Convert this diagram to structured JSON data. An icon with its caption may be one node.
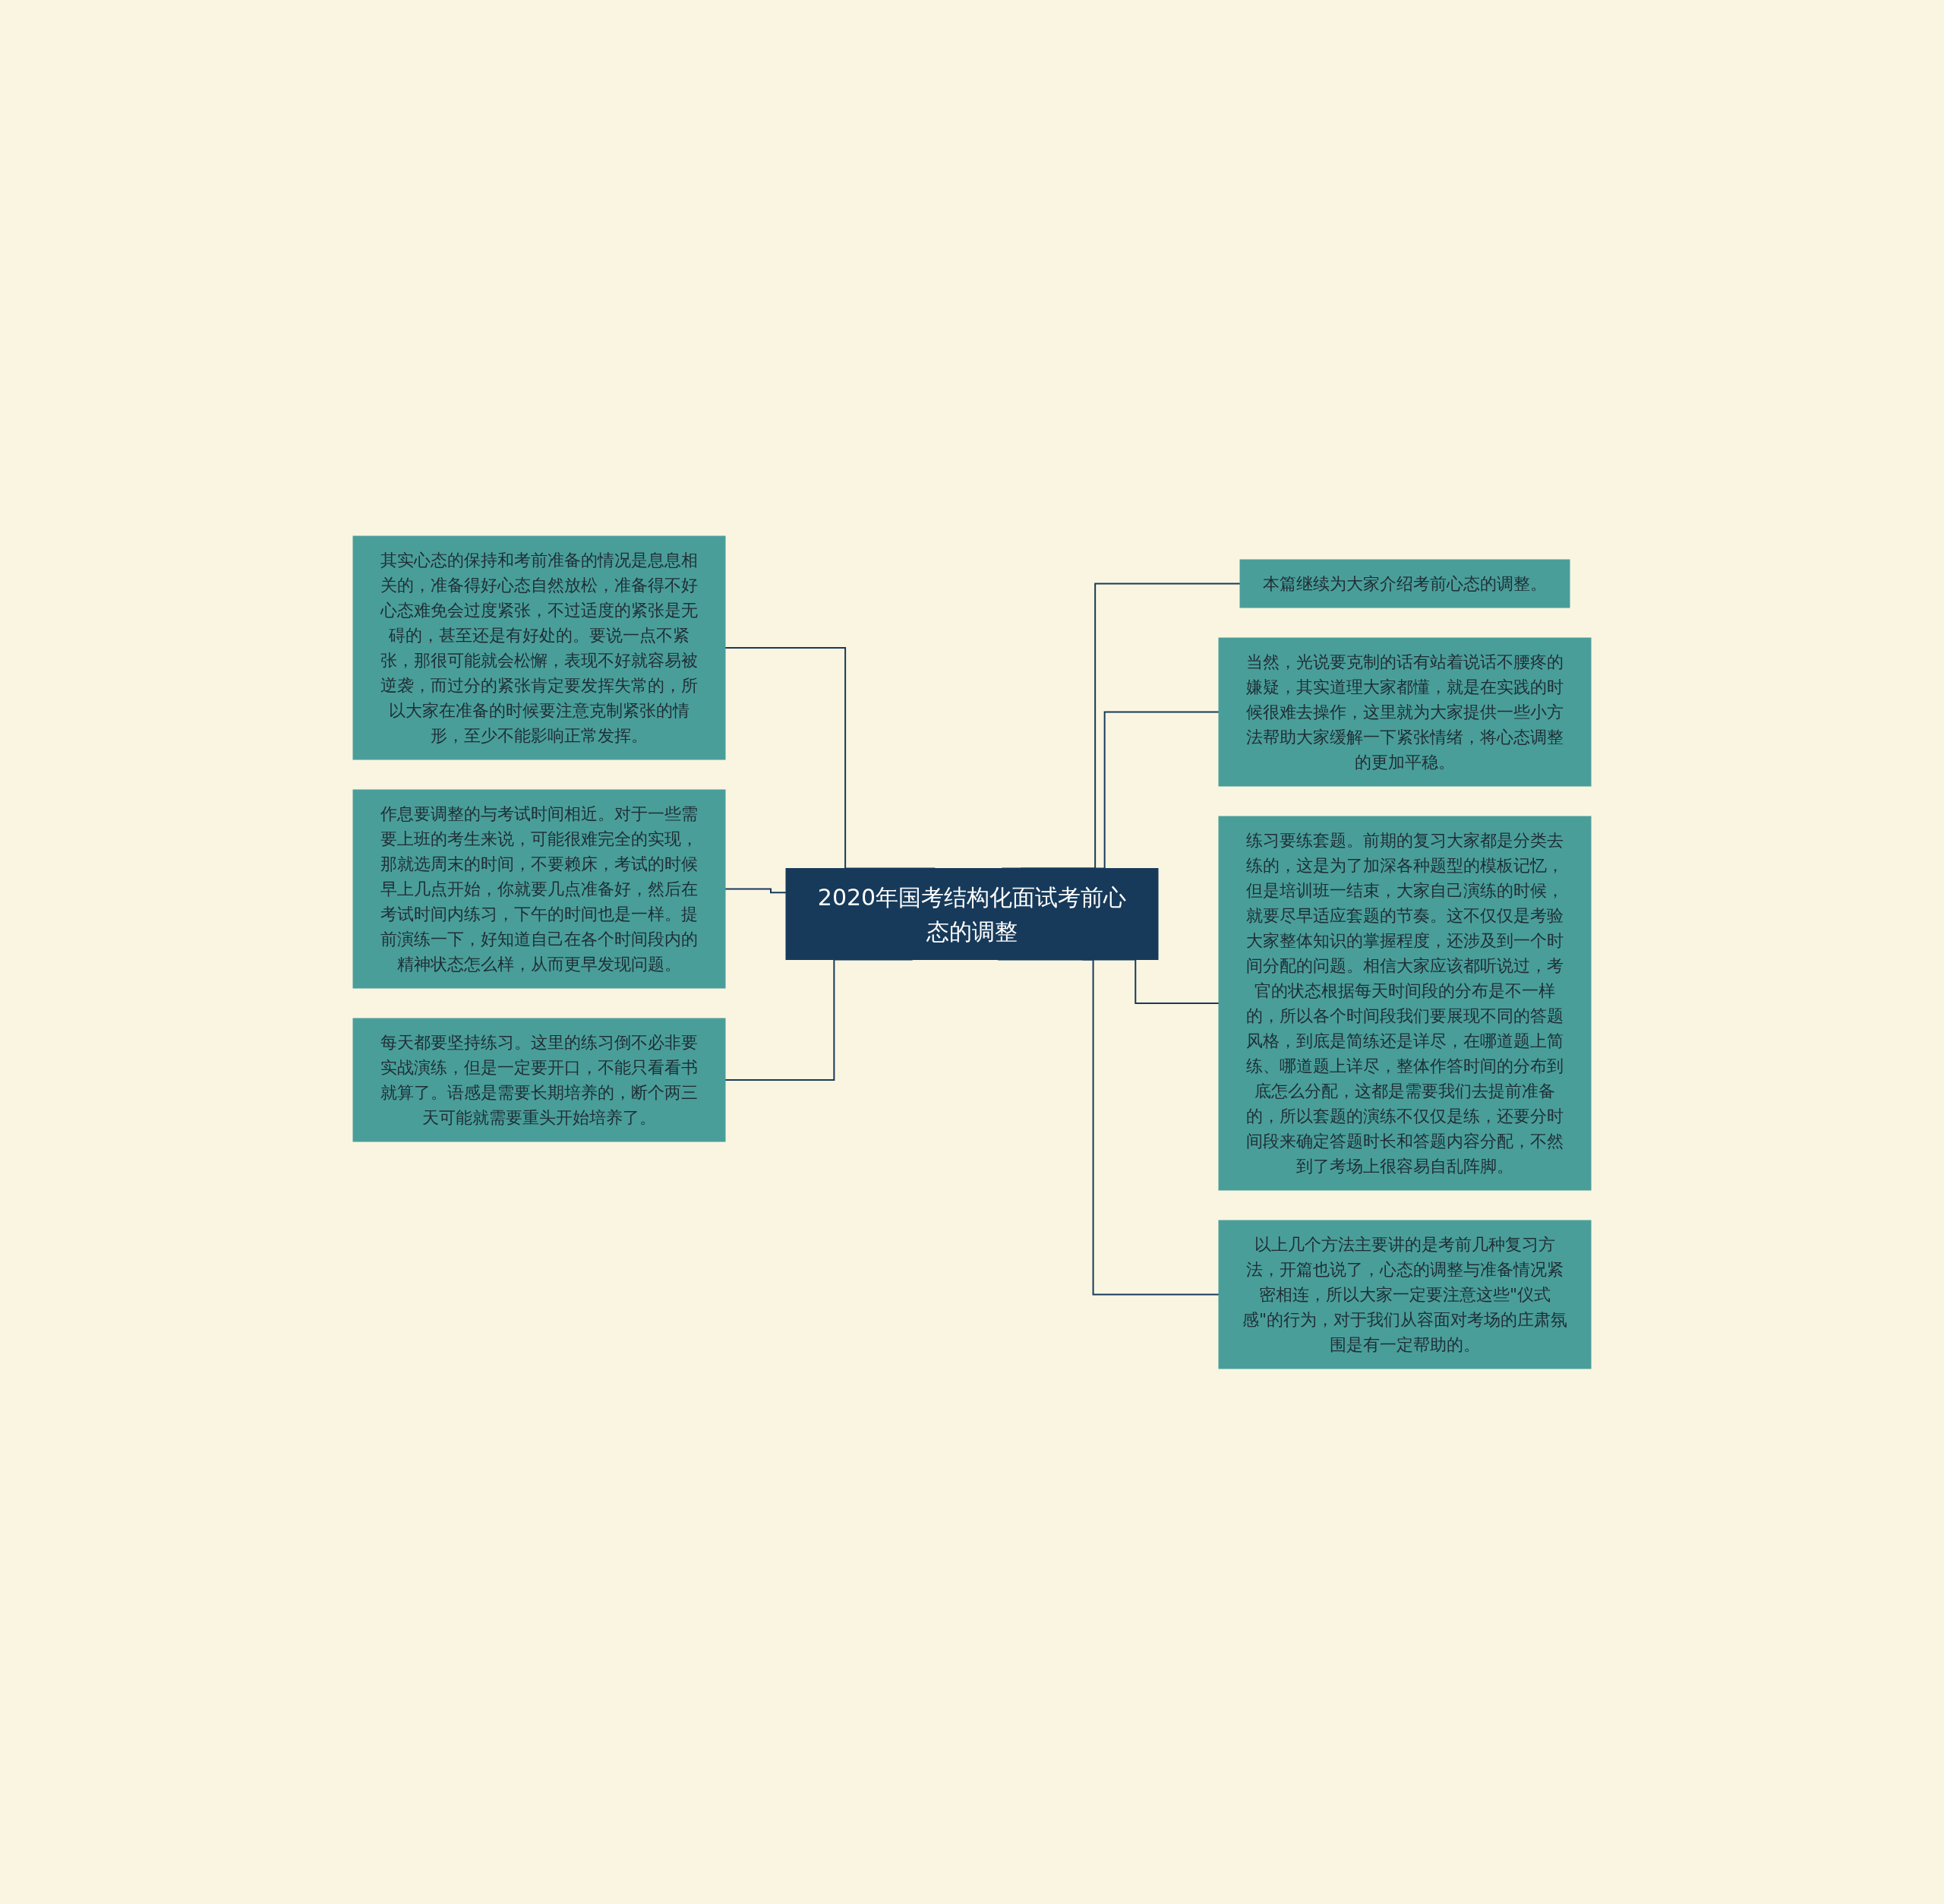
{
  "diagram": {
    "nodes": [
      {
        "text": [
          "2020年国考结构化面试考前心态的调整"
        ]
      },
      {
        "text": [
          "其实心态的保持和考前准备的情况是息息相关的，准备得好心态自然放松，准备得不好心态难免会过度紧张，不过适度的紧张是无碍的，甚至还是有好处的。要说一点不紧张，那很可能就会松懈，表现不好就容易被逆袭，而过分的紧张肯定要发挥失常的，所以大家在准备的时候要注意克制紧张的情形，至少不能影响正常发挥。"
        ]
      },
      {
        "text": [
          "作息要调整的与考试时间相近。对于一些需要上班的考生来说，可能很难完全的实现，那就选周末的时间，不要赖床，考试的时候早上几点开始，你就要几点准备好，然后在考试时间内练习，下午的时间也是一样。提前演练一下，好知道自己在各个时间段内的精神状态怎么样，从而更早发现问题。"
        ]
      },
      {
        "text": [
          "每天都要坚持练习。这里的练习倒不必非要实战演练，但是一定要开口，不能只看看书就算了。语感是需要长期培养的，断个两三天可能就需要重头开始培养了。"
        ]
      },
      {
        "text": [
          "本篇继续为大家介绍考前心态的调整。"
        ]
      },
      {
        "text": [
          "当然，光说要克制的话有站着说话不腰疼的嫌疑，其实道理大家都懂，就是在实践的时候很难去操作，这里就为大家提供一些小方法帮助大家缓解一下紧张情绪，将心态调整的更加平稳。"
        ]
      },
      {
        "text": [
          "练习要练套题。前期的复习大家都是分类去练的，这是为了加深各种题型的模板记忆，但是培训班一结束，大家自己演练的时候，就要尽早适应套题的节奏。这不仅仅是考验大家整体知识的掌握程度，还涉及到一个时间分配的问题。相信大家应该都听说过，考官的状态根据每天时间段的分布是不一样的，所以各个时间段我们要展现不同的答题风格，到底是简练还是详尽，在哪道题上简练、哪道题上详尽，整体作答时间的分布到底怎么分配，这都是需要我们去提前准备的，所以套题的演练不仅仅是练，还要分时间段来确定答题时长和答题内容分配，不然到了考场上很容易自乱阵脚。"
        ]
      },
      {
        "text": [
          "以上几个方法主要讲的是考前几种复习方法，开篇也说了，心态的调整与准备情况紧密相连，所以大家一定要注意这些\"仪式感\"的行为，对于我们从容面对考场的庄肃氛围是有一定帮助的。"
        ]
      }
    ],
    "edges": [
      {
        "from": 0,
        "to": 1,
        "arrow": "none"
      },
      {
        "from": 0,
        "to": 2,
        "arrow": "none"
      },
      {
        "from": 0,
        "to": 3,
        "arrow": "none"
      },
      {
        "from": 0,
        "to": 4,
        "arrow": "none"
      },
      {
        "from": 0,
        "to": 5,
        "arrow": "none"
      },
      {
        "from": 0,
        "to": 6,
        "arrow": "none"
      },
      {
        "from": 0,
        "to": 7,
        "arrow": "none"
      }
    ]
  }
}
